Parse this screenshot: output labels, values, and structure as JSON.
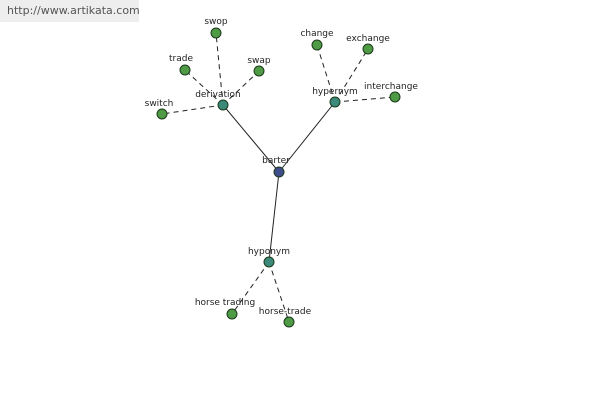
{
  "watermark": "http://www.artikata.com",
  "colors": {
    "root": "#3f4d8c",
    "relation": "#3b8a7a",
    "leaf": "#4e9a45"
  },
  "root": {
    "id": "barter",
    "label": "barter",
    "kind": "root"
  },
  "relations": [
    {
      "id": "derivation",
      "label": "derivation",
      "kind": "relation",
      "leaves": [
        {
          "id": "swop",
          "label": "swop"
        },
        {
          "id": "trade",
          "label": "trade"
        },
        {
          "id": "swap",
          "label": "swap"
        },
        {
          "id": "switch",
          "label": "switch"
        }
      ]
    },
    {
      "id": "hypernym",
      "label": "hypernym",
      "kind": "relation",
      "leaves": [
        {
          "id": "change",
          "label": "change"
        },
        {
          "id": "exchange",
          "label": "exchange"
        },
        {
          "id": "interchange",
          "label": "interchange"
        }
      ]
    },
    {
      "id": "hyponym",
      "label": "hyponym",
      "kind": "relation",
      "leaves": [
        {
          "id": "horse-trading",
          "label": "horse trading"
        },
        {
          "id": "horse-trade",
          "label": "horse-trade"
        }
      ]
    }
  ]
}
